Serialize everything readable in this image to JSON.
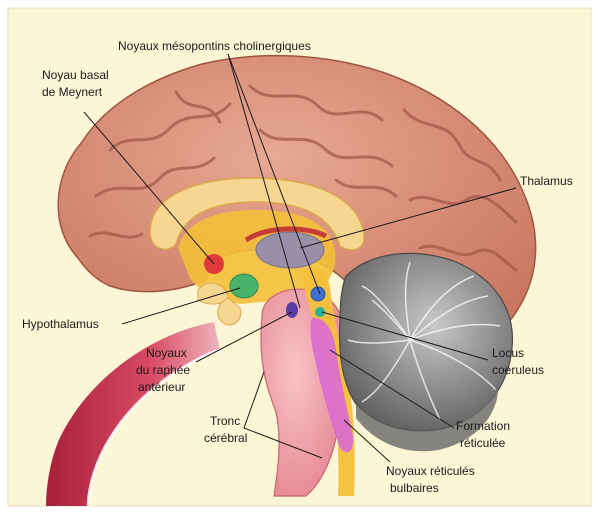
{
  "labels": {
    "noyaux_mesopontins": "Noyaux mésopontins cholinergiques",
    "noyau_basal_l1": "Noyau basal",
    "noyau_basal_l2": "de Meynert",
    "thalamus": "Thalamus",
    "hypothalamus": "Hypothalamus",
    "raphe_l1": "Noyaux",
    "raphe_l2": "du raphée",
    "raphe_l3": "antérieur",
    "locus_l1": "Locus",
    "locus_l2": "coeruleus",
    "tronc_l1": "Tronc",
    "tronc_l2": "cérébral",
    "formation_l1": "Formation",
    "formation_l2": "réticulée",
    "reticules_l1": "Noyaux réticulés",
    "reticules_l2": "bulbaires"
  },
  "colors": {
    "background": "#fdf6d6",
    "cortex": "#d99079",
    "cortex_shadow": "#b9664f",
    "corpus_callosum": "#f6d690",
    "midbrain": "#f4c03a",
    "brainstem": "#f2a5ad",
    "cerebellum": "#8f8f8f",
    "locus_coeruleus": "#3f6fd0",
    "hypothalamus": "#49b36a",
    "reticular": "#d96ad3",
    "spinal_cord_ribbon": "#c8344f"
  }
}
